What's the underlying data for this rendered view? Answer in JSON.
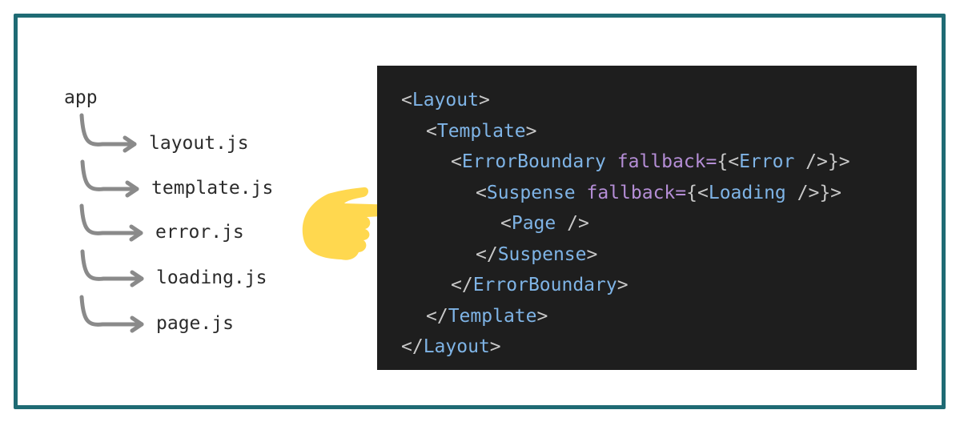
{
  "tree": {
    "root": "app",
    "files": [
      "layout.js",
      "template.js",
      "error.js",
      "loading.js",
      "page.js"
    ]
  },
  "code": {
    "lines": [
      {
        "indent": 0,
        "tokens": [
          [
            "punct",
            "<"
          ],
          [
            "tag",
            "Layout"
          ],
          [
            "punct",
            ">"
          ]
        ]
      },
      {
        "indent": 1,
        "tokens": [
          [
            "punct",
            "<"
          ],
          [
            "tag",
            "Template"
          ],
          [
            "punct",
            ">"
          ]
        ]
      },
      {
        "indent": 2,
        "tokens": [
          [
            "punct",
            "<"
          ],
          [
            "tag",
            "ErrorBoundary"
          ],
          [
            "punct",
            " "
          ],
          [
            "attr",
            "fallback"
          ],
          [
            "eq",
            "="
          ],
          [
            "punct",
            "{<"
          ],
          [
            "tag",
            "Error"
          ],
          [
            "punct",
            " />}>"
          ]
        ]
      },
      {
        "indent": 3,
        "tokens": [
          [
            "punct",
            "<"
          ],
          [
            "tag",
            "Suspense"
          ],
          [
            "punct",
            " "
          ],
          [
            "attr",
            "fallback"
          ],
          [
            "eq",
            "="
          ],
          [
            "punct",
            "{<"
          ],
          [
            "tag",
            "Loading"
          ],
          [
            "punct",
            " />}>"
          ]
        ]
      },
      {
        "indent": 4,
        "tokens": [
          [
            "punct",
            "<"
          ],
          [
            "tag",
            "Page"
          ],
          [
            "punct",
            " />"
          ]
        ]
      },
      {
        "indent": 3,
        "tokens": [
          [
            "punct",
            "</"
          ],
          [
            "tag",
            "Suspense"
          ],
          [
            "punct",
            ">"
          ]
        ]
      },
      {
        "indent": 2,
        "tokens": [
          [
            "punct",
            "</"
          ],
          [
            "tag",
            "ErrorBoundary"
          ],
          [
            "punct",
            ">"
          ]
        ]
      },
      {
        "indent": 1,
        "tokens": [
          [
            "punct",
            "</"
          ],
          [
            "tag",
            "Template"
          ],
          [
            "punct",
            ">"
          ]
        ]
      },
      {
        "indent": 0,
        "tokens": [
          [
            "punct",
            "</"
          ],
          [
            "tag",
            "Layout"
          ],
          [
            "punct",
            ">"
          ]
        ]
      }
    ]
  },
  "colors": {
    "frame": "#1f6b74",
    "panel_bg": "#1e1e1e",
    "tag": "#7fb4e6",
    "attr": "#b58ed6",
    "punct": "#c8c8c8",
    "hand": "#ffd84f",
    "arrow": "#8a8a8a"
  },
  "icons": {
    "pointer": "pointing-hand-icon",
    "arrow": "curved-arrow-icon"
  }
}
